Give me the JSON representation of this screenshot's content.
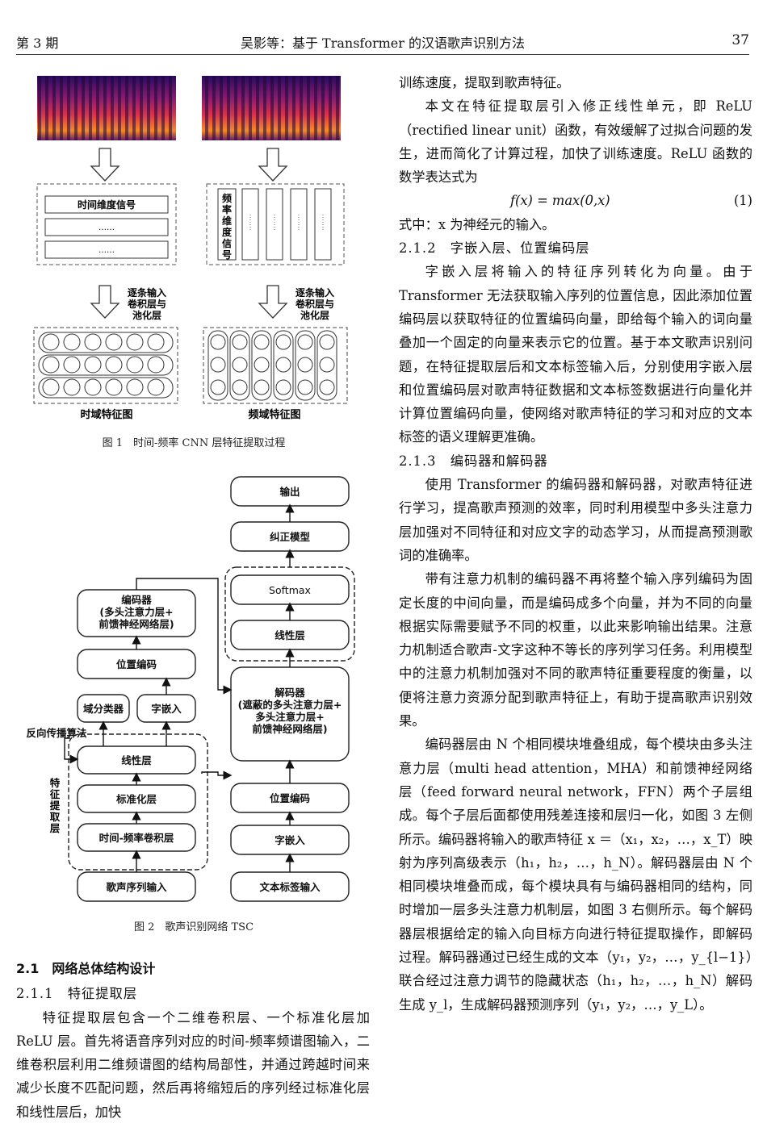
{
  "header": {
    "issue": "第 3 期",
    "title": "吴影等：基于 Transformer 的汉语歌声识别方法",
    "page": "37"
  },
  "fig1": {
    "caption": "图 1　时间-频率 CNN 层特征提取过程",
    "time_signal_label": "时间维度信号",
    "dots": "……",
    "freq_signal_label": "频率维度信号",
    "step_label_1": "逐条输入",
    "step_label_2": "卷积层与",
    "step_label_3": "池化层",
    "left_map_label": "时域特征图",
    "right_map_label": "频域特征图"
  },
  "fig2": {
    "caption": "图 2　歌声识别网络 TSC",
    "output": "输出",
    "correction": "纠正模型",
    "softmax": "Softmax",
    "linear_top": "线性层",
    "decoder_l1": "解码器",
    "decoder_l2": "(遮蔽的多头注意力层+",
    "decoder_l3": "多头注意力层+",
    "decoder_l4": "前馈神经网络层)",
    "pos_enc_right": "位置编码",
    "word_emb_right": "字嵌入",
    "text_input": "文本标签输入",
    "encoder_l1": "编码器",
    "encoder_l2": "(多头注意力层+",
    "encoder_l3": "前馈神经网络层)",
    "pos_enc_left": "位置编码",
    "domain_clf": "域分类器",
    "word_emb_left": "字嵌入",
    "backprop": "反向传播算法",
    "linear_left": "线性层",
    "norm": "标准化层",
    "tf_conv": "时间-频率卷积层",
    "song_input": "歌声序列输入",
    "feature_layer": "特征提取层"
  },
  "right_col": {
    "p0": "训练速度，提取到歌声特征。",
    "p1": "本文在特征提取层引入修正线性单元，即 ReLU（rectified linear unit）函数，有效缓解了过拟合问题的发生，进而简化了计算过程，加快了训练速度。ReLU 函数的数学表达式为",
    "eq1": "f(x)  =  max(0,x)",
    "eq1_num": "(1)",
    "p2": "式中：x 为神经元的输入。",
    "h212": "2.1.2　字嵌入层、位置编码层",
    "p3": "字嵌入层将输入的特征序列转化为向量。由于 Transformer 无法获取输入序列的位置信息，因此添加位置编码层以获取特征的位置编码向量，即给每个输入的词向量叠加一个固定的向量来表示它的位置。基于本文歌声识别问题，在特征提取层后和文本标签输入后，分别使用字嵌入层和位置编码层对歌声特征数据和文本标签数据进行向量化并计算位置编码向量，使网络对歌声特征的学习和对应的文本标签的语义理解更准确。",
    "h213": "2.1.3　编码器和解码器",
    "p4": "使用 Transformer 的编码器和解码器，对歌声特征进行学习，提高歌声预测的效率，同时利用模型中多头注意力层加强对不同特征和对应文字的动态学习，从而提高预测歌词的准确率。",
    "p5": "带有注意力机制的编码器不再将整个输入序列编码为固定长度的中间向量，而是编码成多个向量，并为不同的向量根据实际需要赋予不同的权重，以此来影响输出结果。注意力机制适合歌声-文字这种不等长的序列学习任务。利用模型中的注意力机制加强对不同的歌声特征重要程度的衡量，以便将注意力资源分配到歌声特征上，有助于提高歌声识别效果。",
    "p6": "编码器层由 N 个相同模块堆叠组成，每个模块由多头注意力层（multi head attention，MHA）和前馈神经网络层（feed forward neural network，FFN）两个子层组成。每个子层后面都使用残差连接和层归一化，如图 3 左侧所示。编码器将输入的歌声特征 x ＝（x₁，x₂，…，x_T）映射为序列高级表示（h₁，h₂，…，h_N）。解码器层由 N 个相同模块堆叠而成，每个模块具有与编码器相同的结构，同时增加一层多头注意力机制层，如图 3 右侧所示。每个解码器层根据给定的输入向目标方向进行特征提取操作，即解码过程。解码器通过已经生成的文本（y₁，y₂，…，y_{l−1}）联合经过注意力调节的隐藏状态（h₁，h₂，…，h_N）解码生成 y_l，生成解码器预测序列（y₁，y₂，…，y_L）。"
  },
  "left_col": {
    "h21": "2.1　网络总体结构设计",
    "h211": "2.1.1　特征提取层",
    "p1": "特征提取层包含一个二维卷积层、一个标准化层加 ReLU 层。首先将语音序列对应的时间-频率频谱图输入，二维卷积层利用二维频谱图的结构局部性，并通过跨越时间来减少长度不匹配问题，然后再将缩短后的序列经过标准化层和线性层后，加快"
  }
}
